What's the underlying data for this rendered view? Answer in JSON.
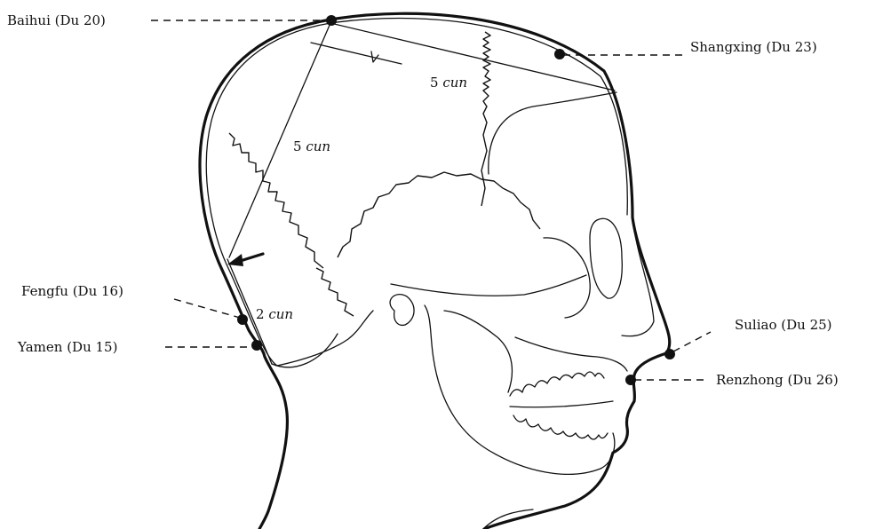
{
  "points": [
    {
      "id": "baihui",
      "label": "Baihui (Du 20)"
    },
    {
      "id": "shangxing",
      "label": "Shangxing (Du 23)"
    },
    {
      "id": "fengfu",
      "label": "Fengfu (Du 16)"
    },
    {
      "id": "yamen",
      "label": "Yamen (Du 15)"
    },
    {
      "id": "suliao",
      "label": "Suliao  (Du 25)"
    },
    {
      "id": "renzhong",
      "label": "Renzhong (Du 26)"
    }
  ],
  "measurements": {
    "vertex_front": {
      "number": "5",
      "unit": "cun"
    },
    "vertex_back": {
      "number": "5",
      "unit": "cun"
    },
    "occiput": {
      "number": "2",
      "unit": "cun"
    }
  }
}
